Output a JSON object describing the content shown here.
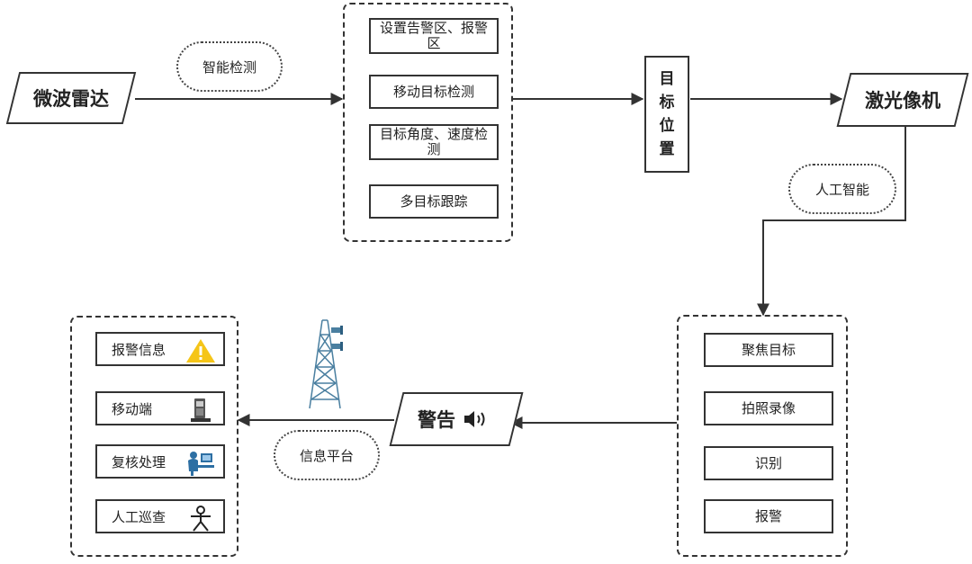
{
  "nodes": {
    "radar": "微波雷达",
    "laser_camera": "激光像机",
    "target_position": [
      "目",
      "标",
      "位",
      "置"
    ],
    "warning": "警告"
  },
  "edge_labels": {
    "smart_detection": "智能检测",
    "ai": "人工智能",
    "info_platform": "信息平台"
  },
  "detection_group": [
    "设置告警区、报警区",
    "移动目标检测",
    "目标角度、速度检测",
    "多目标跟踪"
  ],
  "camera_group": [
    "聚焦目标",
    "拍照录像",
    "识别",
    "报警"
  ],
  "output_group": [
    "报警信息",
    "移动端",
    "复核处理",
    "人工巡查"
  ],
  "icons": {
    "warning_sign": "warning-triangle-icon",
    "speaker": "speaker-icon",
    "tower": "signal-tower-icon",
    "mobile": "mobile-terminal-icon",
    "review": "operator-at-computer-icon",
    "patrol": "stick-figure-icon"
  },
  "colors": {
    "line": "#333333",
    "warning_yellow": "#f5c518",
    "tower_blue": "#4a7fa0"
  }
}
